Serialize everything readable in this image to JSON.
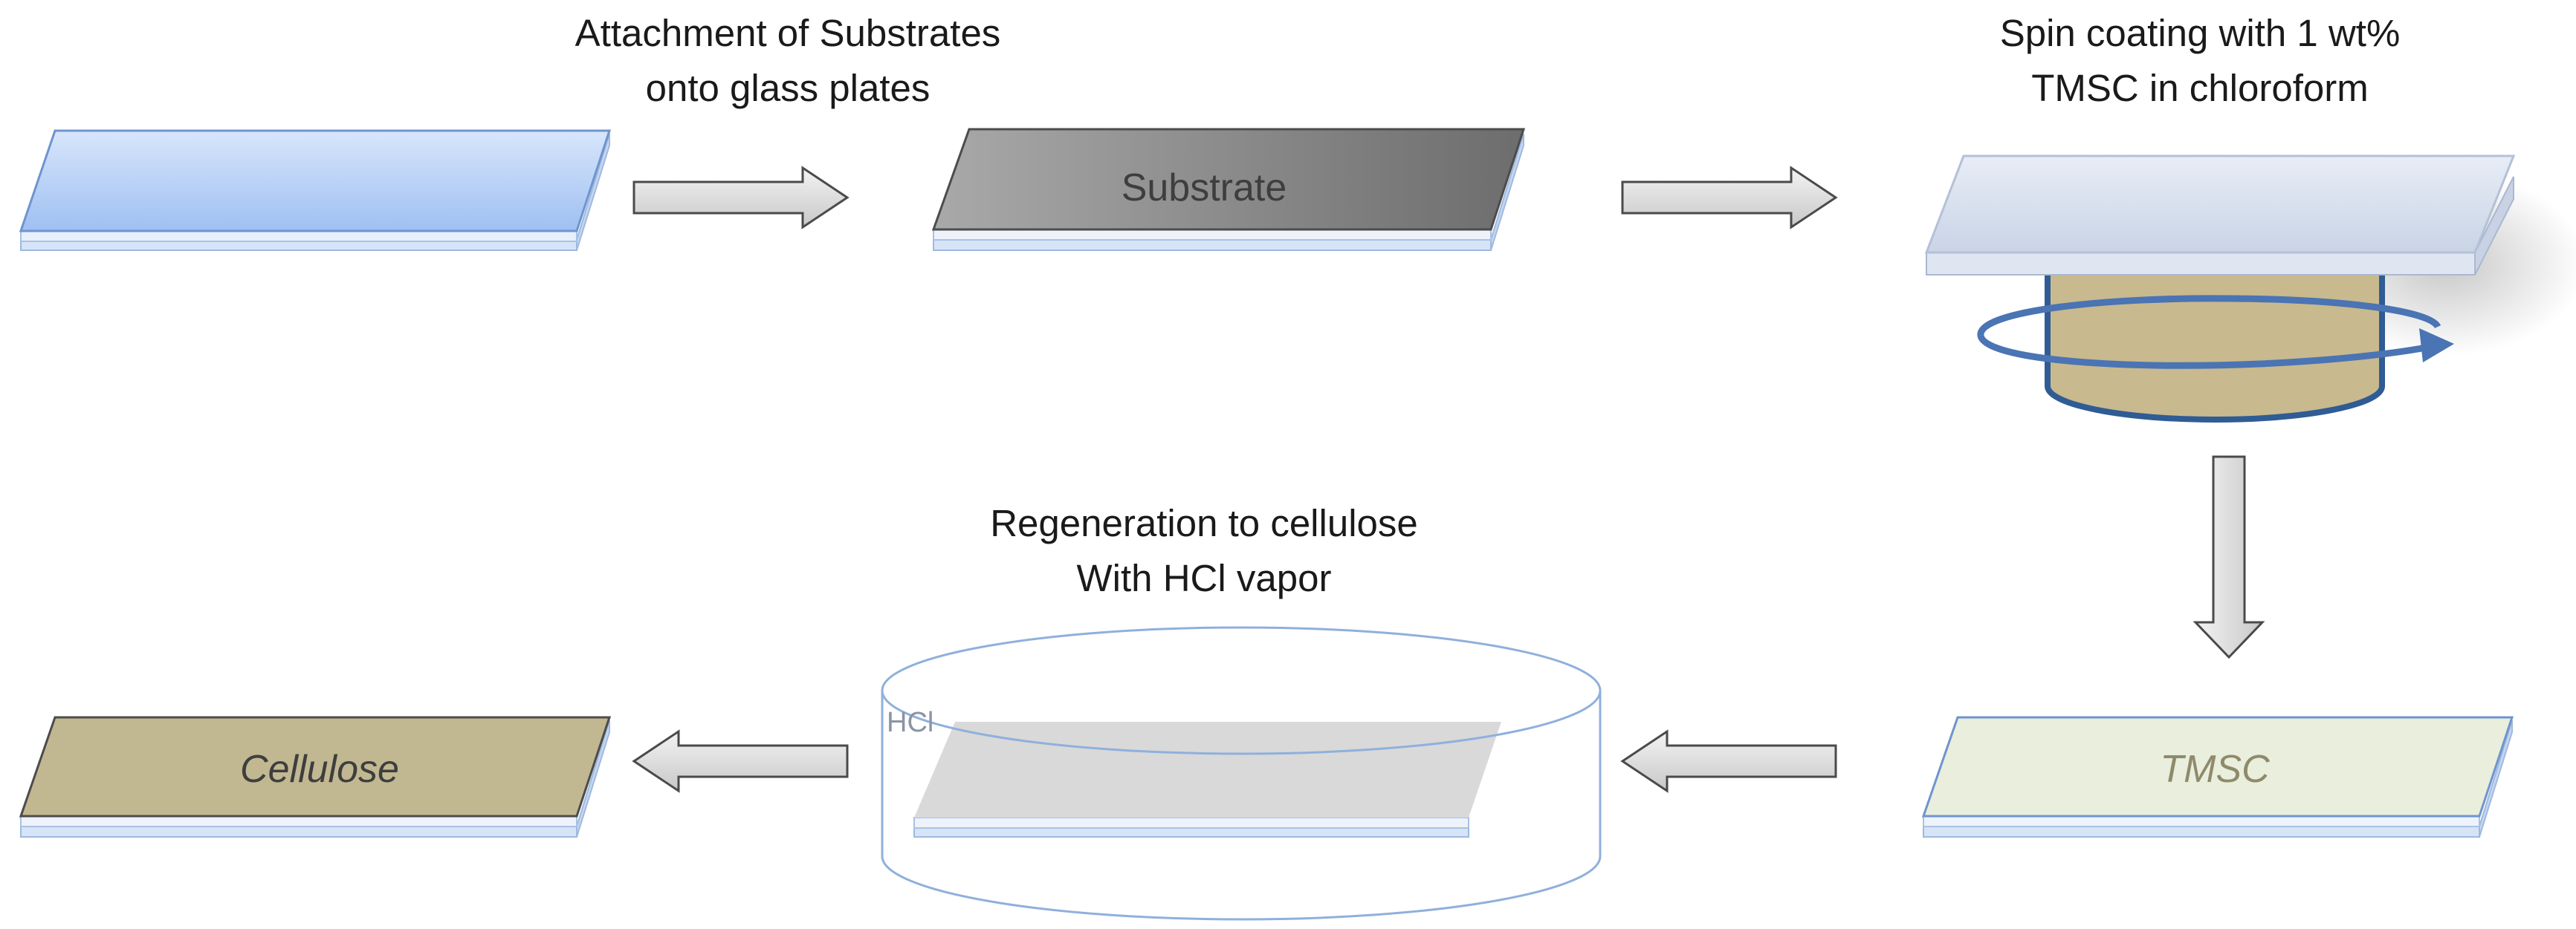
{
  "captions": {
    "step1": [
      "Attachment of Substrates",
      "onto glass plates"
    ],
    "step2": [
      "Spin coating with 1 wt%",
      "TMSC in chloroform"
    ],
    "step3": [
      "Regeneration to cellulose",
      "With HCl vapor"
    ]
  },
  "plates": {
    "substrate": "Substrate",
    "tmsc": "TMSC",
    "cellulose": "Cellulose",
    "hcl": "HCl"
  },
  "colors": {
    "glass": "#b3cdf7",
    "substrate": "#8d8d8d",
    "tmsc": "#e9eedd",
    "cellulose": "#c1b892",
    "spinner": "#c9b98e",
    "spin_arrow": "#4a74b3",
    "dish_outline": "#8fb0dc",
    "arrow_fill": "#d9d9d9",
    "arrow_stroke": "#4a4a4a"
  }
}
